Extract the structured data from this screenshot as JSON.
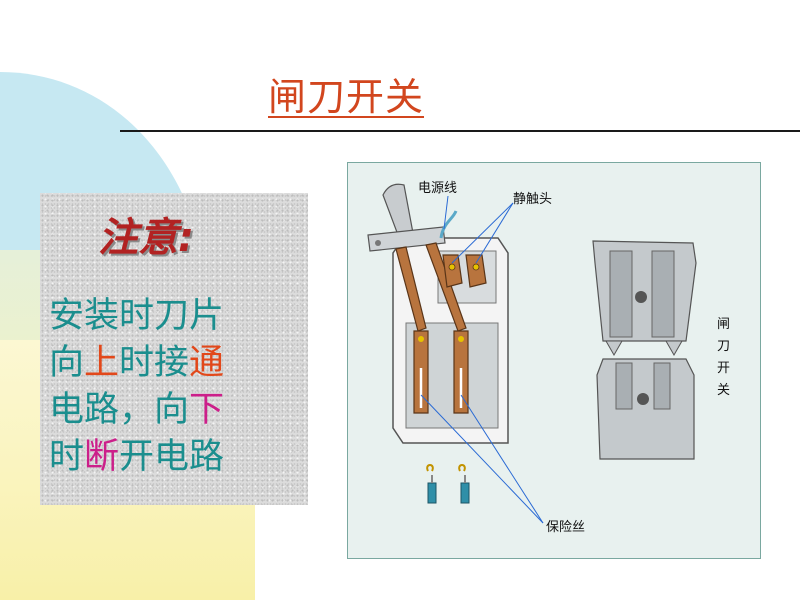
{
  "slide": {
    "title": "闸刀开关"
  },
  "note": {
    "title": "注意:",
    "line1": "安装时刀片",
    "line2_a": "向",
    "line2_b": "上",
    "line2_c": "时接",
    "line2_d": "通",
    "line3_a": "电路，向",
    "line3_b": "下",
    "line4_a": "时",
    "line4_b": "断",
    "line4_c": "开电路"
  },
  "diagram": {
    "label_power_line": "电源线",
    "label_static_contact": "静触头",
    "label_fuse": "保险丝",
    "side_label": [
      "闸",
      "刀",
      "开",
      "关"
    ]
  },
  "colors": {
    "title": "#d2461e",
    "note_text": "#1b8e8e",
    "highlight_red": "#e2481a",
    "highlight_magenta": "#cc1f8a",
    "panel_bg": "#e8f1ef"
  }
}
